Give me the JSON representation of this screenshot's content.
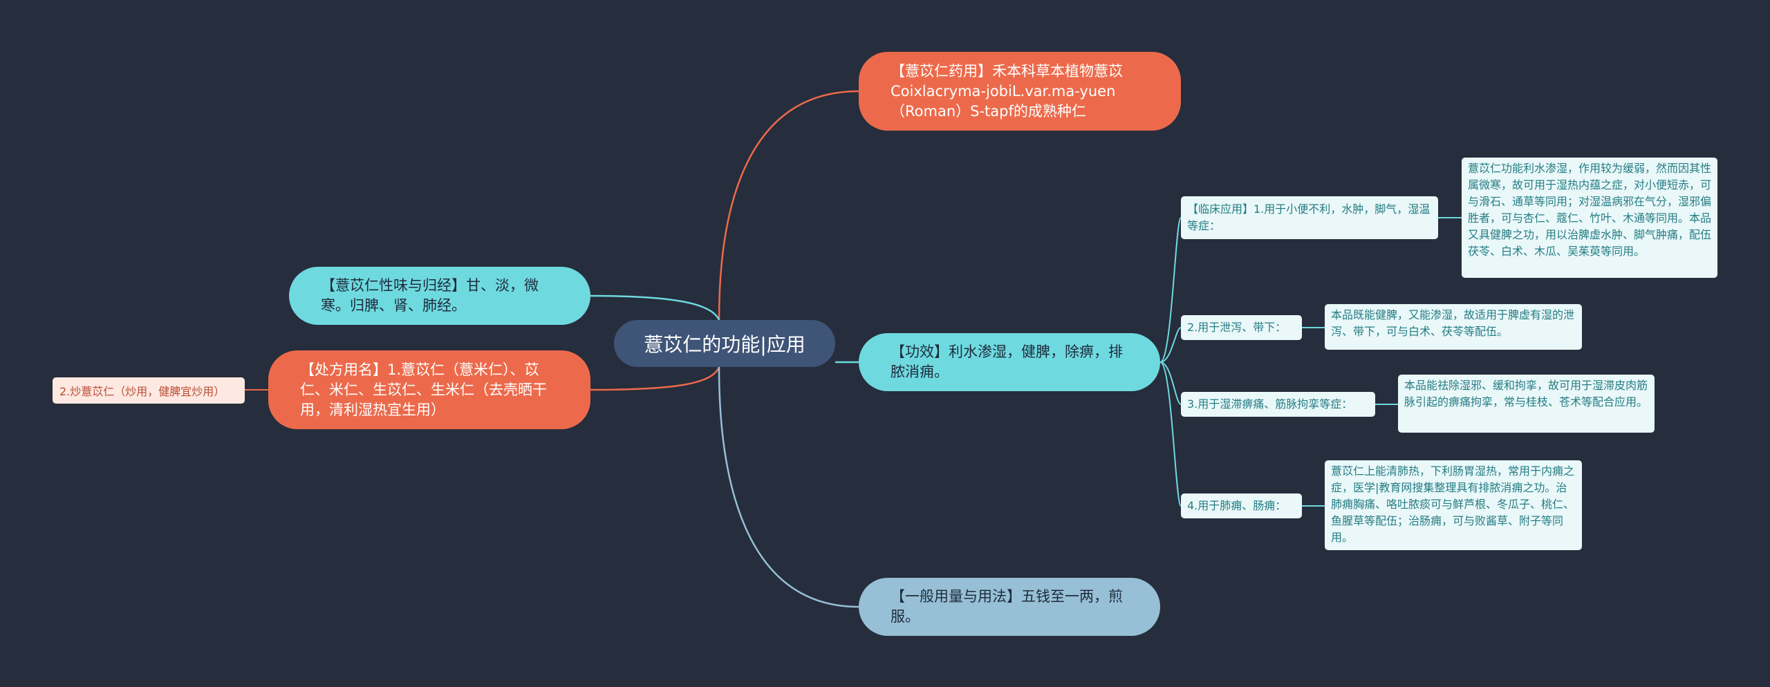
{
  "root": {
    "label": "薏苡仁的功能|应用"
  },
  "branches": {
    "medicinal": {
      "label": "【薏苡仁药用】禾本科草本植物薏苡Coixlacryma-jobiL.var.ma-yuen（Roman）S-tapf的成熟种仁"
    },
    "taste": {
      "label": "【薏苡仁性味与归经】甘、淡，微寒。归脾、肾、肺经。"
    },
    "prescription": {
      "label": "【处方用名】1.薏苡仁（薏米仁）、苡仁、米仁、生苡仁、生米仁（去壳晒干用，清利湿热宜生用）",
      "child": "2.炒薏苡仁（炒用，健脾宜炒用）"
    },
    "effect": {
      "label": "【功效】利水渗湿，健脾，除痹，排脓消痈。",
      "children": [
        {
          "label": "【临床应用】1.用于小便不利，水肿，脚气，湿温等症：",
          "detail": "薏苡仁功能利水渗湿，作用较为缓弱，然而因其性属微寒，故可用于湿热内蕴之症，对小便短赤，可与滑石、通草等同用；对湿温病邪在气分，湿邪偏胜者，可与杏仁、蔻仁、竹叶、木通等同用。本品又具健脾之功，用以治脾虚水肿、脚气肿痛，配伍茯苓、白术、木瓜、吴茱萸等同用。"
        },
        {
          "label": "2.用于泄泻、带下：",
          "detail": "本品既能健脾，又能渗湿，故适用于脾虚有湿的泄泻、带下，可与白术、茯苓等配伍。"
        },
        {
          "label": "3.用于湿滞痹痛、筋脉拘挛等症：",
          "detail": "本品能祛除湿邪、缓和拘挛，故可用于湿滞皮肉筋脉引起的痹痛拘挛，常与桂枝、苍术等配合应用。"
        },
        {
          "label": "4.用于肺痈、肠痈：",
          "detail": "薏苡仁上能清肺热，下利肠胃湿热，常用于内痈之症，医学|教育网搜集整理具有排脓消痈之功。治肺痈胸痛、咯吐脓痰可与鲜芦根、冬瓜子、桃仁、鱼腥草等配伍；治肠痈，可与败酱草、附子等同用。"
        }
      ]
    },
    "dosage": {
      "label": "【一般用量与用法】五钱至一两，煎服。"
    }
  },
  "colors": {
    "background": "#262d3c",
    "root": "#3f5577",
    "orange": "#ec6a4b",
    "cyan": "#6fd9e0",
    "steel": "#97bfd6",
    "leaf": "#eaf8f9",
    "leaf_text": "#247c84"
  }
}
